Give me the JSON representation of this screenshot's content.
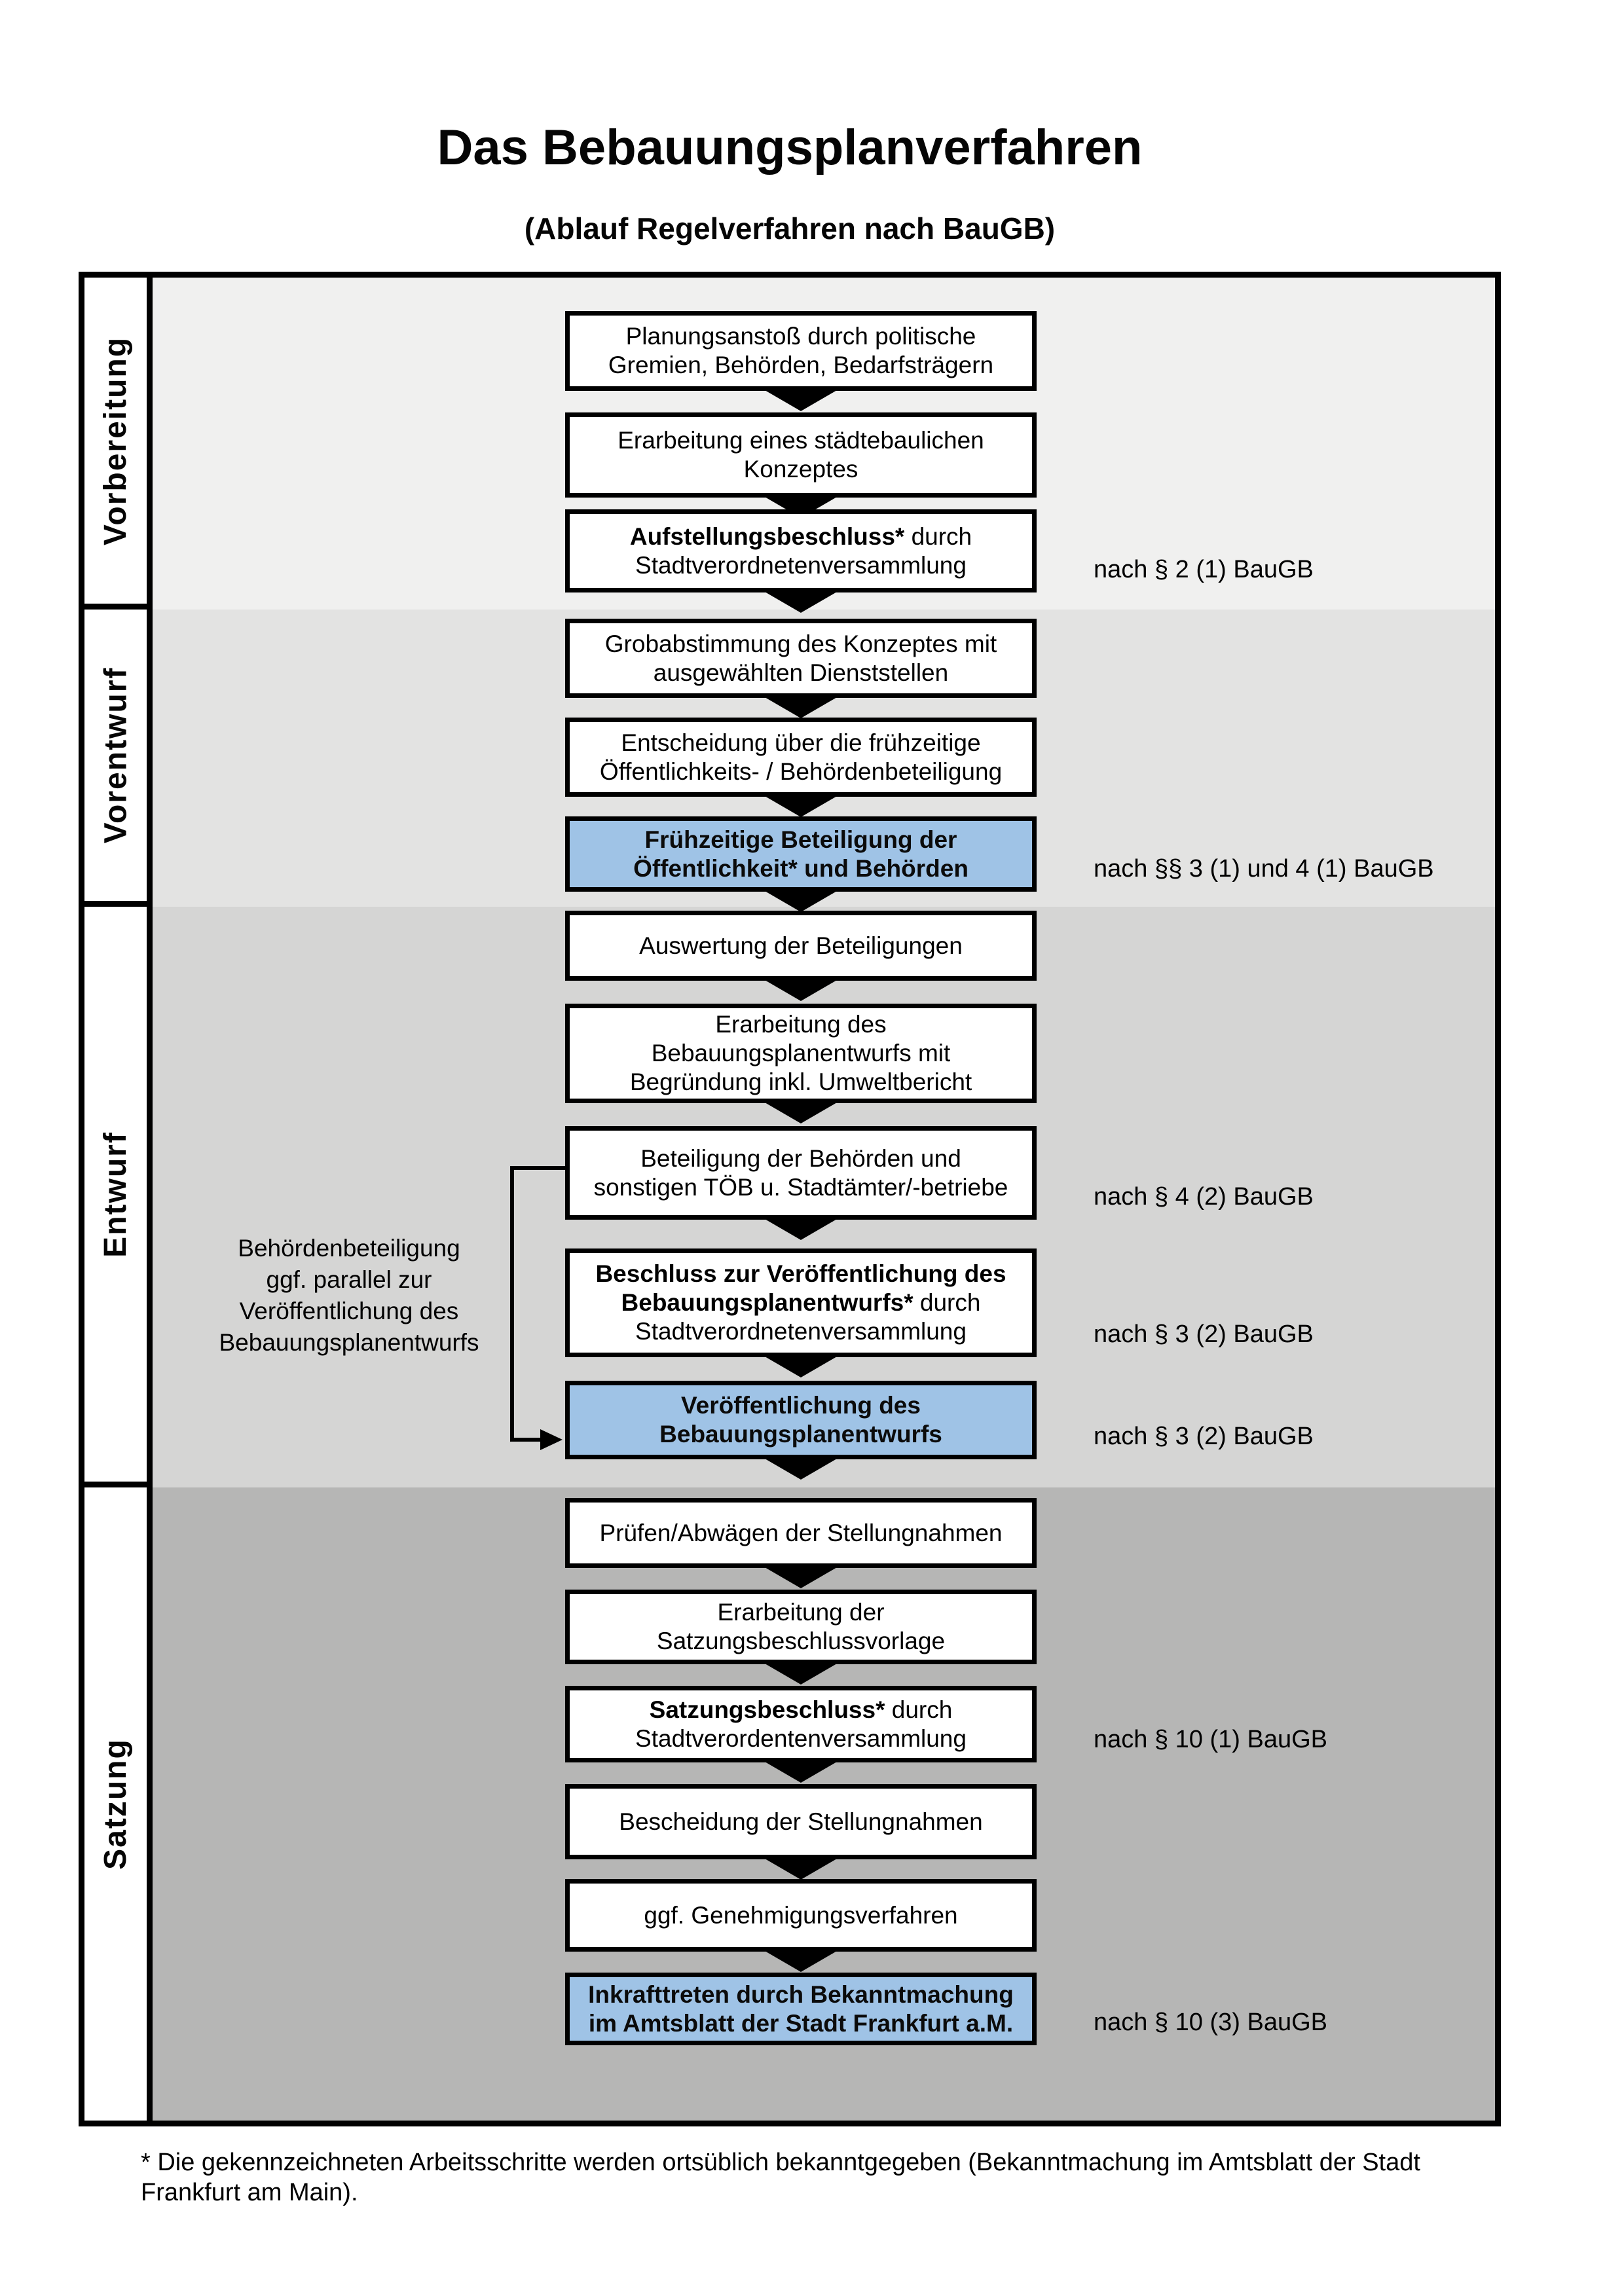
{
  "header": {
    "title": "Das Bebauungsplanverfahren",
    "subtitle": "(Ablauf Regelverfahren nach BauGB)"
  },
  "colors": {
    "highlight_box": "#9fc3e6",
    "phase_bands": [
      "#f0f0ef",
      "#e3e3e2",
      "#d5d5d4",
      "#b6b6b5"
    ],
    "box_border": "#000000",
    "arrow": "#000000"
  },
  "side_note": {
    "lines": [
      "Behördenbeteiligung",
      "ggf. parallel zur",
      "Veröffentlichung des",
      "Bebauungsplanentwurfs"
    ]
  },
  "phases": [
    {
      "label": "Vorbereitung",
      "boxes": [
        {
          "lines": [
            [
              {
                "t": "Planungsanstoß durch politische"
              }
            ],
            [
              {
                "t": "Gremien, Behörden, Bedarfsträgern"
              }
            ]
          ]
        },
        {
          "lines": [
            [
              {
                "t": "Erarbeitung eines städtebaulichen"
              }
            ],
            [
              {
                "t": "Konzeptes"
              }
            ]
          ]
        },
        {
          "lines": [
            [
              {
                "t": "Aufstellungsbeschluss*",
                "b": true
              },
              {
                "t": " durch"
              }
            ],
            [
              {
                "t": "Stadtverordnetenversammlung"
              }
            ]
          ],
          "annotation": "nach § 2 (1) BauGB"
        }
      ]
    },
    {
      "label": "Vorentwurf",
      "boxes": [
        {
          "lines": [
            [
              {
                "t": "Grobabstimmung des Konzeptes mit"
              }
            ],
            [
              {
                "t": "ausgewählten Dienststellen"
              }
            ]
          ]
        },
        {
          "lines": [
            [
              {
                "t": "Entscheidung über die frühzeitige"
              }
            ],
            [
              {
                "t": "Öffentlichkeits- / Behördenbeteiligung"
              }
            ]
          ]
        },
        {
          "blue": true,
          "lines": [
            [
              {
                "t": "Frühzeitige Beteiligung der",
                "b": true
              }
            ],
            [
              {
                "t": "Öffentlichkeit* und Behörden",
                "b": true
              }
            ]
          ],
          "annotation": "nach §§ 3 (1) und 4 (1) BauGB"
        }
      ]
    },
    {
      "label": "Entwurf",
      "boxes": [
        {
          "lines": [
            [
              {
                "t": "Auswertung der Beteiligungen"
              }
            ]
          ]
        },
        {
          "lines": [
            [
              {
                "t": "Erarbeitung des"
              }
            ],
            [
              {
                "t": "Bebauungsplanentwurfs mit"
              }
            ],
            [
              {
                "t": "Begründung inkl. Umweltbericht"
              }
            ]
          ]
        },
        {
          "lines": [
            [
              {
                "t": "Beteiligung der Behörden und"
              }
            ],
            [
              {
                "t": "sonstigen TÖB u. Stadtämter/-betriebe"
              }
            ]
          ],
          "annotation": "nach § 4 (2) BauGB"
        },
        {
          "lines": [
            [
              {
                "t": "Beschluss zur Veröffentlichung des",
                "b": true
              }
            ],
            [
              {
                "t": "Bebauungsplanentwurfs*",
                "b": true
              },
              {
                "t": " durch"
              }
            ],
            [
              {
                "t": "Stadtverordnetenversammlung"
              }
            ]
          ],
          "annotation": "nach § 3 (2) BauGB"
        },
        {
          "blue": true,
          "lines": [
            [
              {
                "t": "Veröffentlichung des",
                "b": true
              }
            ],
            [
              {
                "t": "Bebauungsplanentwurfs",
                "b": true
              }
            ]
          ],
          "annotation": "nach § 3 (2) BauGB"
        }
      ]
    },
    {
      "label": "Satzung",
      "boxes": [
        {
          "lines": [
            [
              {
                "t": "Prüfen/Abwägen der Stellungnahmen"
              }
            ]
          ]
        },
        {
          "lines": [
            [
              {
                "t": "Erarbeitung der"
              }
            ],
            [
              {
                "t": "Satzungsbeschlussvorlage"
              }
            ]
          ]
        },
        {
          "lines": [
            [
              {
                "t": "Satzungsbeschluss*",
                "b": true
              },
              {
                "t": " durch"
              }
            ],
            [
              {
                "t": "Stadtverordentenversammlung"
              }
            ]
          ],
          "annotation": "nach § 10 (1) BauGB"
        },
        {
          "lines": [
            [
              {
                "t": "Bescheidung der Stellungnahmen"
              }
            ]
          ]
        },
        {
          "lines": [
            [
              {
                "t": "ggf. Genehmigungsverfahren"
              }
            ]
          ]
        },
        {
          "blue": true,
          "lines": [
            [
              {
                "t": "Inkrafttreten",
                "b": true
              },
              {
                "t": " durch Bekanntmachung"
              }
            ],
            [
              {
                "t": "im Amtsblatt der Stadt Frankfurt a.M."
              }
            ]
          ],
          "annotation": "nach § 10 (3) BauGB"
        }
      ]
    }
  ],
  "footnote": {
    "lines": [
      "* Die gekennzeichneten Arbeitsschritte werden ortsüblich bekanntgegeben (Bekanntmachung im Amtsblatt  der Stadt",
      "Frankfurt am Main)."
    ]
  }
}
